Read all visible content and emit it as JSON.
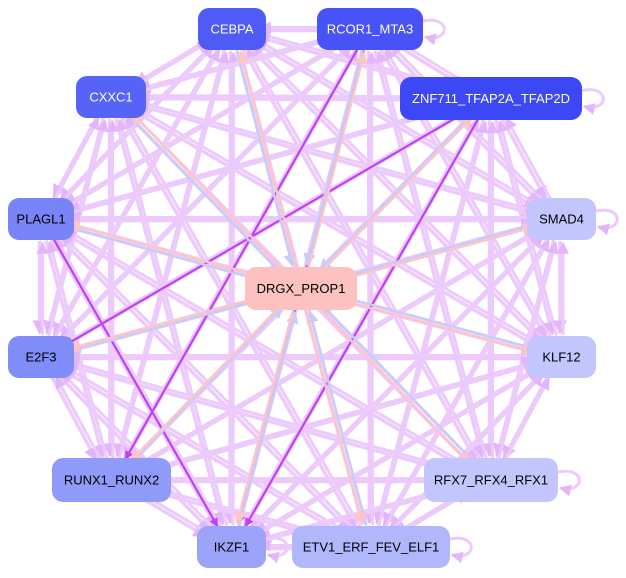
{
  "graph": {
    "center_node": "DRGX_PROP1",
    "nodes": [
      {
        "id": "CEBPA",
        "label": "CEBPA",
        "fill": "#4f5bf7",
        "text": "#ffffff"
      },
      {
        "id": "RCOR1_MTA3",
        "label": "RCOR1_MTA3",
        "fill": "#4753f7",
        "text": "#ffffff"
      },
      {
        "id": "CXXC1",
        "label": "CXXC1",
        "fill": "#5563f7",
        "text": "#ffffff"
      },
      {
        "id": "ZNF711_TFAP2A_TFAP2D",
        "label": "ZNF711_TFAP2A_TFAP2D",
        "fill": "#3c48f5",
        "text": "#ffffff"
      },
      {
        "id": "PLAGL1",
        "label": "PLAGL1",
        "fill": "#7884f7",
        "text": "#000000"
      },
      {
        "id": "SMAD4",
        "label": "SMAD4",
        "fill": "#c3c6fc",
        "text": "#000000"
      },
      {
        "id": "DRGX_PROP1",
        "label": "DRGX_PROP1",
        "fill": "#fdc1c1",
        "text": "#000000"
      },
      {
        "id": "E2F3",
        "label": "E2F3",
        "fill": "#808cf8",
        "text": "#000000"
      },
      {
        "id": "KLF12",
        "label": "KLF12",
        "fill": "#c3c6fc",
        "text": "#000000"
      },
      {
        "id": "RUNX1_RUNX2",
        "label": "RUNX1_RUNX2",
        "fill": "#909af8",
        "text": "#000000"
      },
      {
        "id": "RFX7_RFX4_RFX1",
        "label": "RFX7_RFX4_RFX1",
        "fill": "#c3c6fc",
        "text": "#000000"
      },
      {
        "id": "IKZF1",
        "label": "IKZF1",
        "fill": "#9ca4f9",
        "text": "#000000"
      },
      {
        "id": "ETV1_ERF_FEV_ELF1",
        "label": "ETV1_ERF_FEV_ELF1",
        "fill": "#b0b7fb",
        "text": "#000000"
      }
    ],
    "self_loops": [
      "RCOR1_MTA3",
      "ZNF711_TFAP2A_TFAP2D",
      "SMAD4",
      "RFX7_RFX4_RFX1",
      "IKZF1",
      "ETV1_ERF_FEV_ELF1"
    ],
    "strong_edges": [
      [
        "RCOR1_MTA3",
        "RUNX1_RUNX2"
      ],
      [
        "RCOR1_MTA3",
        "IKZF1"
      ],
      [
        "ZNF711_TFAP2A_TFAP2D",
        "E2F3"
      ],
      [
        "ZNF711_TFAP2A_TFAP2D",
        "IKZF1"
      ],
      [
        "PLAGL1",
        "IKZF1"
      ]
    ],
    "colors": {
      "edge": "#eccafc",
      "strong_edge": "#c040f5",
      "in_edge": "#c8ccfa",
      "out_edge": "#fdc5c5"
    }
  }
}
